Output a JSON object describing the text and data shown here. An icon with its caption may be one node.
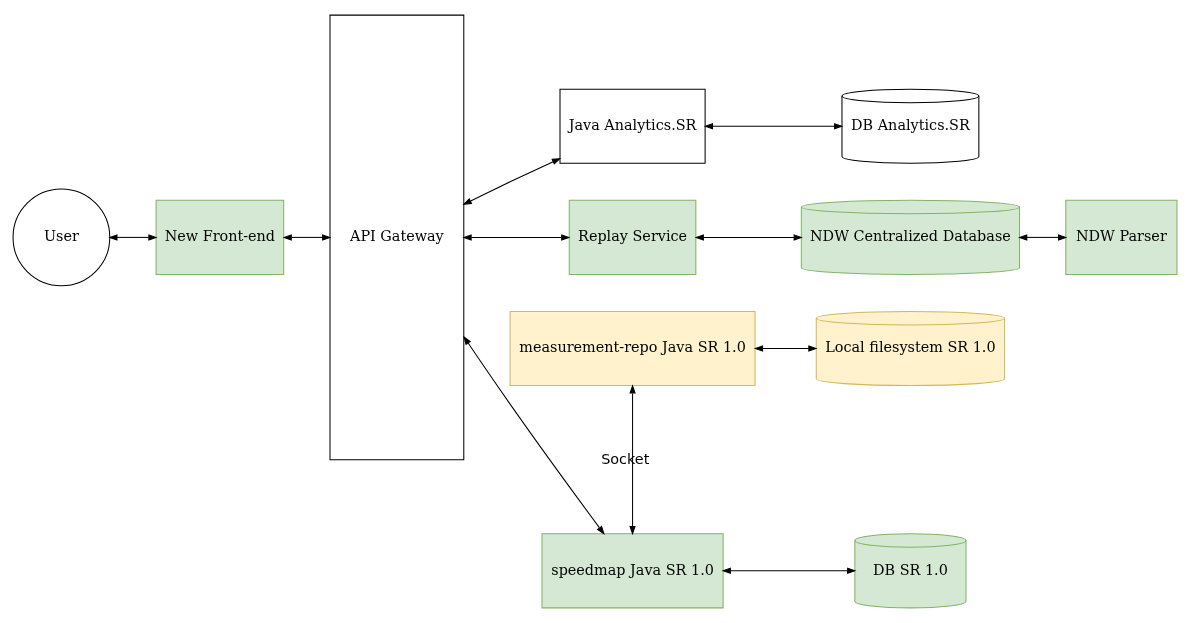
{
  "diagram": {
    "nodes": [
      {
        "text": [
          "User"
        ]
      },
      {
        "text": [
          "New Front-end"
        ]
      },
      {
        "text": [
          "API Gateway"
        ]
      },
      {
        "text": [
          "measurement-repo Java SR 1.0"
        ]
      },
      {
        "text": [
          "Local filesystem SR 1.0"
        ]
      },
      {
        "text": [
          "speedmap Java SR 1.0"
        ]
      },
      {
        "text": [
          "DB SR 1.0"
        ]
      },
      {
        "text": [
          "Java Analytics.SR"
        ]
      },
      {
        "text": [
          "DB Analytics.SR"
        ]
      },
      {
        "text": [
          "Replay Service"
        ]
      },
      {
        "text": [
          "NDW Centralized Database"
        ]
      },
      {
        "text": [
          "NDW Parser"
        ]
      }
    ],
    "edges": [
      {
        "from": 0,
        "to": 1,
        "arrow": "both"
      },
      {
        "from": 1,
        "to": 2,
        "arrow": "both"
      },
      {
        "from": 3,
        "to": 4,
        "arrow": "both"
      },
      {
        "from": 3,
        "to": 5,
        "arrow": "both",
        "label": "Socket"
      },
      {
        "from": 2,
        "to": 5,
        "arrow": "both"
      },
      {
        "from": 5,
        "to": 6,
        "arrow": "both"
      },
      {
        "from": 2,
        "to": 7,
        "arrow": "both"
      },
      {
        "from": 7,
        "to": 8,
        "arrow": "both"
      },
      {
        "from": 2,
        "to": 9,
        "arrow": "both"
      },
      {
        "from": 9,
        "to": 10,
        "arrow": "both"
      },
      {
        "from": 10,
        "to": 11,
        "arrow": "both"
      }
    ]
  }
}
